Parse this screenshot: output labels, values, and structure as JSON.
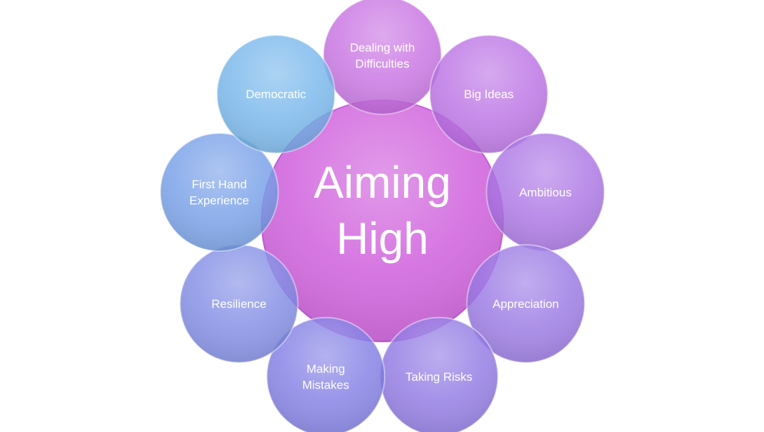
{
  "diagram": {
    "center": {
      "lines": [
        "Aiming",
        "High"
      ],
      "color": "#d46fe0"
    },
    "petals": [
      {
        "name": "petal-dealing-with-difficulties",
        "lines": [
          "Dealing with",
          "Difficulties"
        ],
        "color": "#c56ae0"
      },
      {
        "name": "petal-big-ideas",
        "lines": [
          "Big Ideas"
        ],
        "color": "#b76ae3"
      },
      {
        "name": "petal-ambitious",
        "lines": [
          "Ambitious"
        ],
        "color": "#a66ce3"
      },
      {
        "name": "petal-appreciation",
        "lines": [
          "Appreciation"
        ],
        "color": "#9470e2"
      },
      {
        "name": "petal-taking-risks",
        "lines": [
          "Taking Risks"
        ],
        "color": "#8a72e2"
      },
      {
        "name": "petal-making-mistakes",
        "lines": [
          "Making",
          "Mistakes"
        ],
        "color": "#7b78e3"
      },
      {
        "name": "petal-resilience",
        "lines": [
          "Resilience"
        ],
        "color": "#7a86e3"
      },
      {
        "name": "petal-first-hand-experience",
        "lines": [
          "First Hand",
          "Experience"
        ],
        "color": "#6f9ae6"
      },
      {
        "name": "petal-democratic",
        "lines": [
          "Democratic"
        ],
        "color": "#6fb2ea"
      }
    ]
  }
}
